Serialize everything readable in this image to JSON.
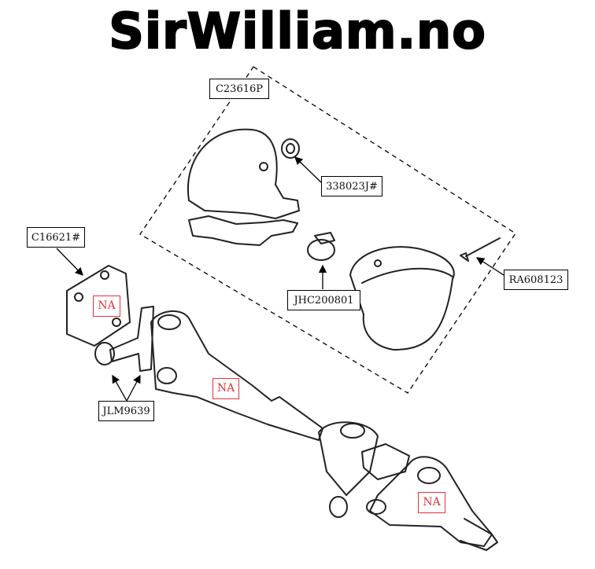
{
  "header": {
    "title": "SirWilliam.no"
  },
  "labels": {
    "kit": "C23616P",
    "seal": "338023J#",
    "rivet": "RA608123",
    "clip": "JHC200801",
    "flange": "C16621#",
    "circlip": "JLM9639"
  },
  "not_available": [
    "NA",
    "NA",
    "NA"
  ],
  "colors": {
    "na": "#e8303a",
    "line": "#000000"
  }
}
